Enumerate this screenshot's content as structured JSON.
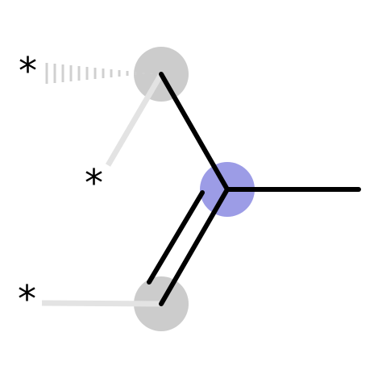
{
  "molecule": {
    "attachment_symbol": "*",
    "colors": {
      "background": "#ffffff",
      "bond": "#000000",
      "faded_bond": "#e3e3e3",
      "atom_highlight_gray": "#cccccc",
      "atom_highlight_blue": "#9c9ce6",
      "wedge": "#d0d0d0"
    },
    "atoms": [
      {
        "id": "top-carbon",
        "highlight": "gray"
      },
      {
        "id": "center-carbon",
        "highlight": "blue"
      },
      {
        "id": "bottom-carbon",
        "highlight": "gray"
      },
      {
        "id": "methyl-carbon",
        "highlight": "none"
      }
    ],
    "bonds": [
      {
        "id": "top-center",
        "order": 1,
        "style": "solid"
      },
      {
        "id": "center-bottom",
        "order": 2,
        "style": "solid"
      },
      {
        "id": "center-methyl",
        "order": 1,
        "style": "solid"
      },
      {
        "id": "top-star-wedge",
        "order": 1,
        "style": "hashed-wedge"
      },
      {
        "id": "top-star-plain",
        "order": 1,
        "style": "faded"
      },
      {
        "id": "bottom-star",
        "order": 1,
        "style": "faded"
      }
    ]
  }
}
